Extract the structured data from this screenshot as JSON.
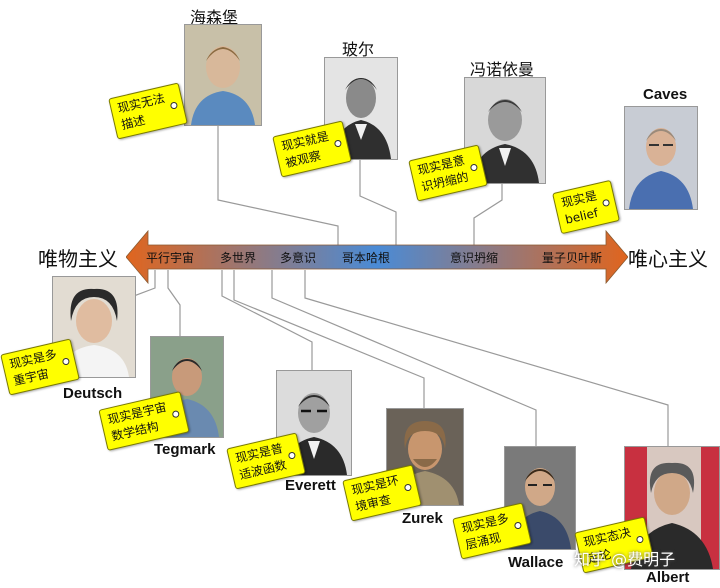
{
  "axis": {
    "left_label": "唯物主义",
    "right_label": "唯心主义",
    "ticks": [
      "平行宇宙",
      "多世界",
      "多意识",
      "哥本哈根",
      "意识坍缩",
      "量子贝叶斯"
    ],
    "gradient": [
      "#e0651e",
      "#4a8bd6",
      "#e0651e"
    ]
  },
  "scientists": [
    {
      "name": "海森堡",
      "tag": [
        "现实无法",
        "描述"
      ]
    },
    {
      "name": "玻尔",
      "tag": [
        "现实就是",
        "被观察"
      ]
    },
    {
      "name": "冯诺依曼",
      "tag": [
        "现实是意",
        "识坍缩的"
      ]
    },
    {
      "name": "Caves",
      "tag": [
        "现实是",
        "belief"
      ]
    },
    {
      "name": "Deutsch",
      "tag": [
        "现实是多",
        "重宇宙"
      ]
    },
    {
      "name": "Tegmark",
      "tag": [
        "现实是宇宙",
        "数学结构"
      ]
    },
    {
      "name": "Everett",
      "tag": [
        "现实是普",
        "适波函数"
      ]
    },
    {
      "name": "Zurek",
      "tag": [
        "现实是环",
        "境审查"
      ]
    },
    {
      "name": "Wallace",
      "tag": [
        "现实是多",
        "层涌现"
      ]
    },
    {
      "name": "Albert",
      "tag": [
        "现实态决",
        "定论"
      ]
    }
  ],
  "watermark": "知乎 @费明子"
}
